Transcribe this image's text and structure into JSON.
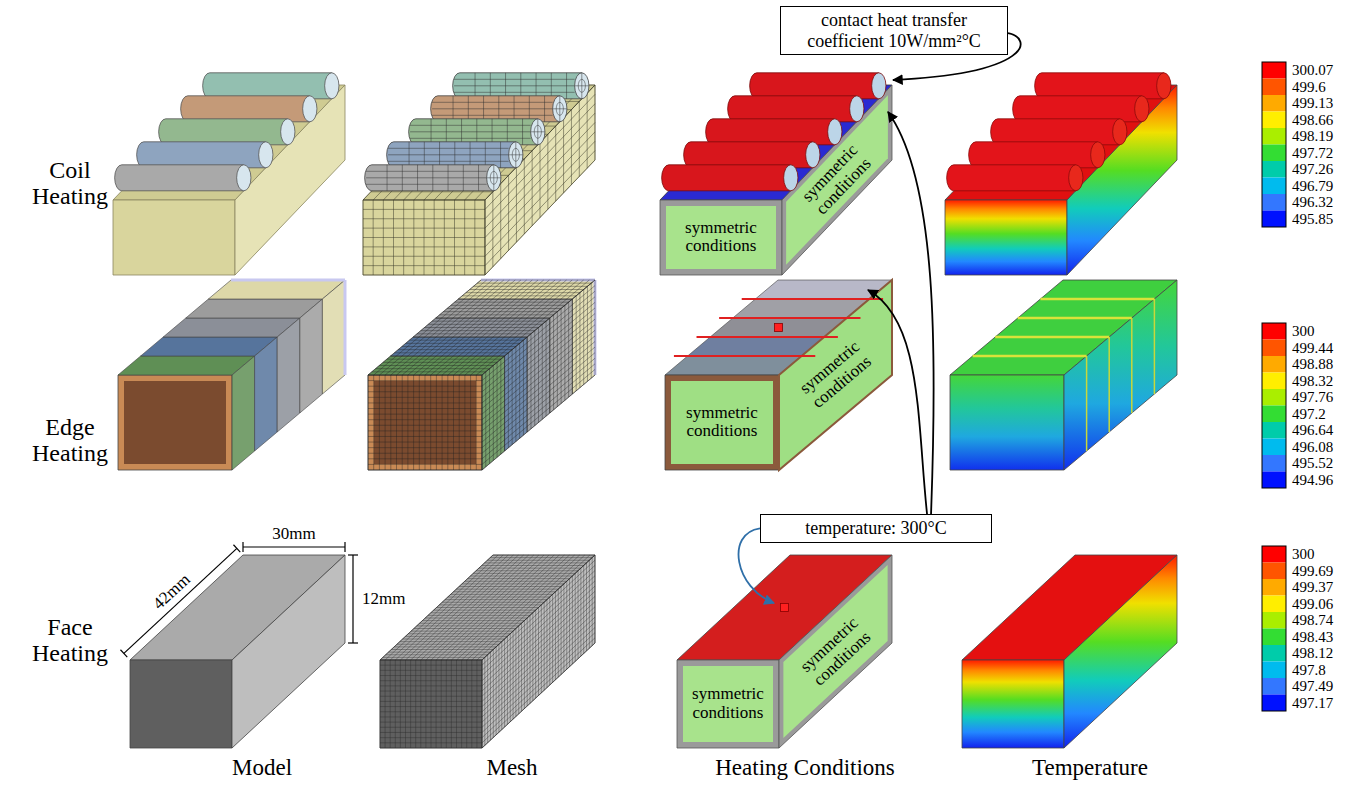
{
  "diagram": {
    "nodes": [
      {
        "text": [
          "contact heat transfer coefficient 10W/mm²°C"
        ]
      },
      {
        "text": [
          "temperature: 300°C"
        ]
      }
    ],
    "labels": [
      "Coil Heating",
      "Edge Heating",
      "Face Heating",
      "Model",
      "Mesh",
      "Heating Conditions",
      "Temperature",
      "symmetric conditions",
      "symmetric conditions",
      "symmetric conditions",
      "symmetric conditions",
      "symmetric conditions",
      "symmetric conditions",
      "42mm",
      "30mm",
      "12mm",
      "300.07",
      "499.6",
      "499.13",
      "498.66",
      "498.19",
      "497.72",
      "497.26",
      "496.79",
      "496.32",
      "495.85",
      "300",
      "499.44",
      "498.88",
      "498.32",
      "497.76",
      "497.2",
      "496.64",
      "496.08",
      "495.52",
      "494.96",
      "300",
      "499.69",
      "499.37",
      "499.06",
      "498.74",
      "498.43",
      "498.12",
      "497.8",
      "497.49",
      "497.17"
    ]
  }
}
